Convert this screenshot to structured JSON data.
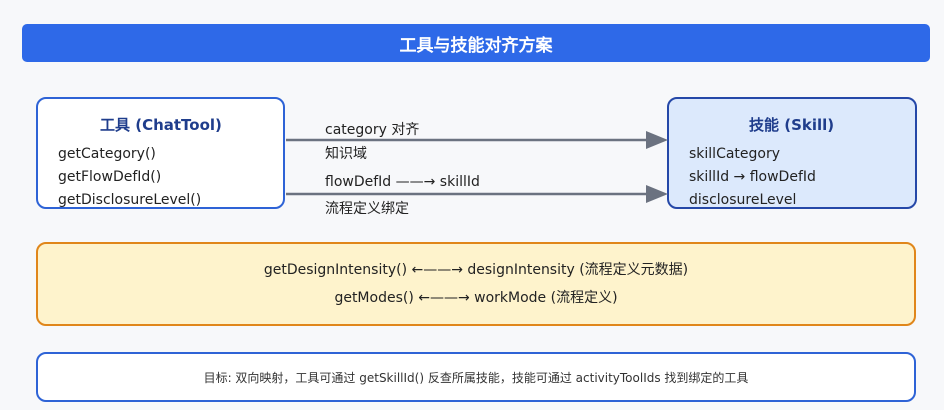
{
  "title": "工具与技能对齐方案",
  "tool": {
    "title": "工具 (ChatTool)",
    "items": [
      "getCategory()",
      "getFlowDefId()",
      "getDisclosureLevel()"
    ]
  },
  "skill": {
    "title": "技能 (Skill)",
    "items": [
      "skillCategory",
      "skillId → flowDefId",
      "disclosureLevel"
    ]
  },
  "connections": [
    {
      "line1": "category 对齐",
      "line2": "知识域"
    },
    {
      "line1": "flowDefId ——→ skillId",
      "line2": "流程定义绑定"
    }
  ],
  "mappings": [
    "getDesignIntensity() ←——→ designIntensity (流程定义元数据)",
    "getModes() ←——→ workMode (流程定义)"
  ],
  "goal": "目标: 双向映射，工具可通过 getSkillId() 反查所属技能，技能可通过 activityToolIds 找到绑定的工具",
  "colors": {
    "accent": "#2e69e8",
    "tool_border": "#2e63d6",
    "skill_bg": "#dce9fc",
    "mapping_bg": "#fef3cc",
    "mapping_border": "#e0861a",
    "arrow": "#6b7280"
  }
}
